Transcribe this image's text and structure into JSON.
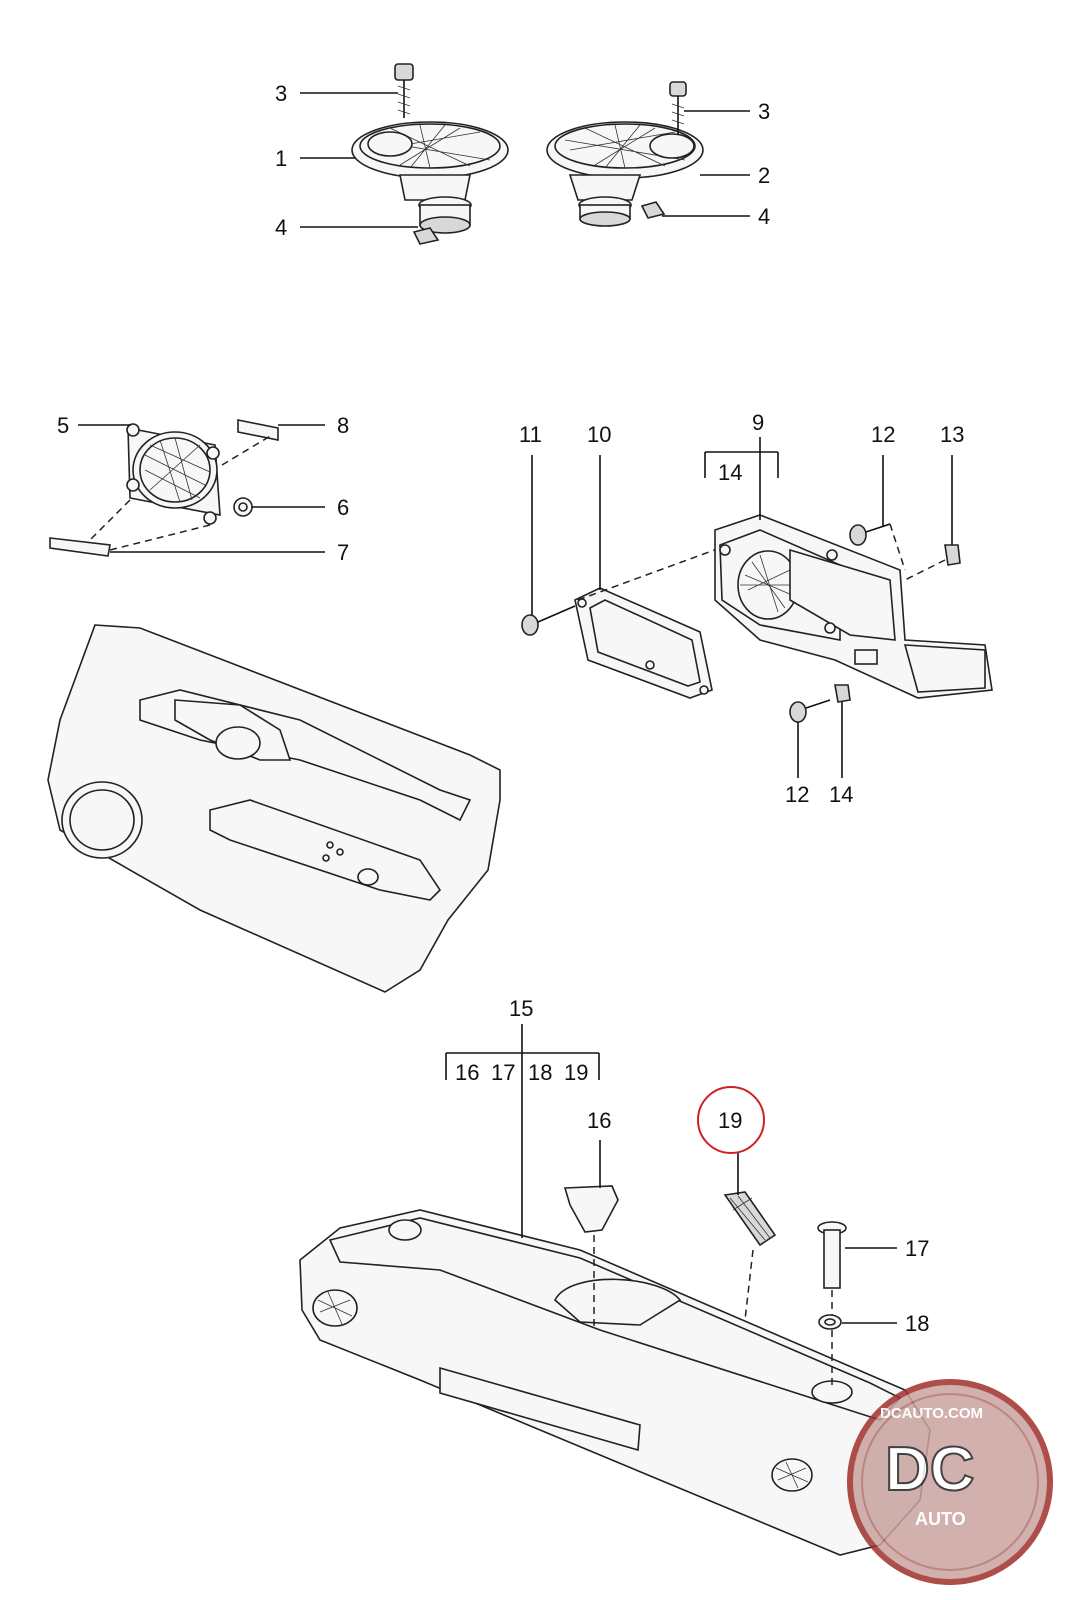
{
  "callouts": {
    "c1": "1",
    "c2": "2",
    "c3a": "3",
    "c3b": "3",
    "c4a": "4",
    "c4b": "4",
    "c5": "5",
    "c6": "6",
    "c7": "7",
    "c8": "8",
    "c9": "9",
    "c10": "10",
    "c11": "11",
    "c12a": "12",
    "c12b": "12",
    "c13": "13",
    "c14a": "14",
    "c14b": "14",
    "c15": "15",
    "c16": "16",
    "c17": "17",
    "c18": "18",
    "c19": "19",
    "group15": [
      "16",
      "17",
      "18",
      "19"
    ]
  },
  "highlight": {
    "part": "19",
    "color": "#cc2222"
  },
  "watermark": {
    "site": "DCAUTO.COM",
    "logo": "DC",
    "sub": "AUTO",
    "colors": {
      "ring": "#a0302c",
      "fill": "#c9a3a0",
      "text": "#ffffff"
    }
  },
  "colors": {
    "line": "#222222",
    "fill": "#f7f7f7",
    "background": "#ffffff"
  }
}
